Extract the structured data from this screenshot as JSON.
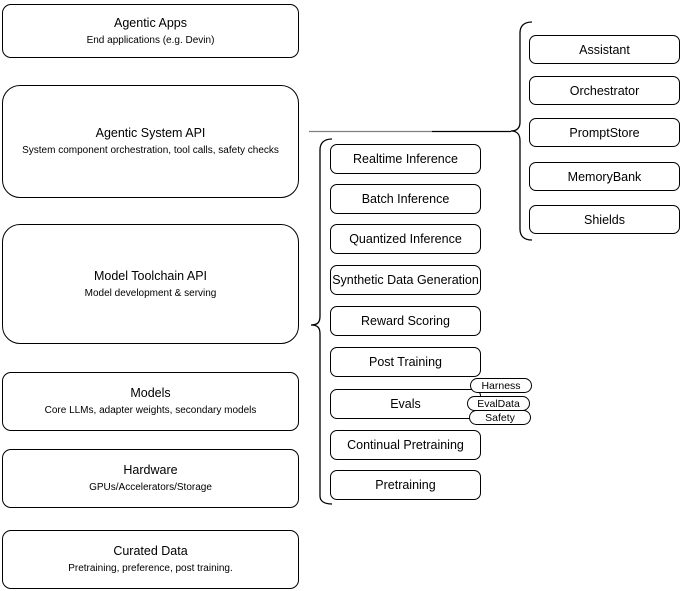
{
  "colors": {
    "box_border": "#000000",
    "box_fill": "#ffffff",
    "connector_gray": "#808080",
    "connector_black": "#000000",
    "background": "#ffffff"
  },
  "left_stack": [
    {
      "title": "Agentic Apps",
      "subtitle": "End applications (e.g. Devin)"
    },
    {
      "title": "Agentic System API",
      "subtitle": "System component orchestration, tool calls, safety checks"
    },
    {
      "title": "Model Toolchain API",
      "subtitle": "Model development & serving"
    },
    {
      "title": "Models",
      "subtitle": "Core LLMs, adapter weights, secondary models"
    },
    {
      "title": "Hardware",
      "subtitle": "GPUs/Accelerators/Storage"
    },
    {
      "title": "Curated Data",
      "subtitle": "Pretraining, preference, post training."
    }
  ],
  "toolchain_components": [
    "Realtime Inference",
    "Batch Inference",
    "Quantized Inference",
    "Synthetic Data Generation",
    "Reward Scoring",
    "Post Training",
    "Evals",
    "Continual Pretraining",
    "Pretraining"
  ],
  "eval_tags": [
    "Harness",
    "EvalData",
    "Safety"
  ],
  "system_components": [
    "Assistant",
    "Orchestrator",
    "PromptStore",
    "MemoryBank",
    "Shields"
  ]
}
